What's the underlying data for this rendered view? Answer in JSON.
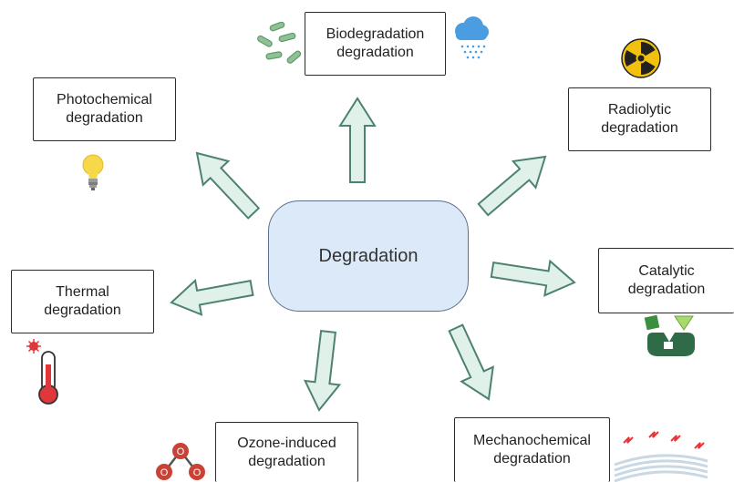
{
  "center": {
    "label": "Degradation"
  },
  "nodes": {
    "biodegradation": {
      "line1": "Biodegradation",
      "line2": "degradation"
    },
    "photochemical": {
      "line1": "Photochemical",
      "line2": "degradation"
    },
    "radiolytic": {
      "line1": "Radiolytic",
      "line2": "degradation"
    },
    "thermal": {
      "line1": "Thermal",
      "line2": "degradation"
    },
    "catalytic": {
      "line1": "Catalytic",
      "line2": "degradation"
    },
    "ozone": {
      "line1": "Ozone-induced",
      "line2": "degradation"
    },
    "mechanochemical": {
      "line1": "Mechanochemical",
      "line2": "degradation"
    }
  },
  "ozone_icon": {
    "atom_label": "O"
  },
  "colors": {
    "arrow_fill": "#dff1e8",
    "arrow_stroke": "#4e8270",
    "center_fill": "#dce9f8",
    "center_border": "#5a6f8c",
    "bacteria": "#7fb384",
    "cloud": "#4a9de0",
    "radiation": "#f2c10f",
    "bulb": "#f6d84b",
    "thermometer": "#e0383a",
    "catalyst": "#3c8f3e",
    "ozone": "#c94236",
    "membrane": "#c8d8e4",
    "spark": "#e0383a"
  }
}
